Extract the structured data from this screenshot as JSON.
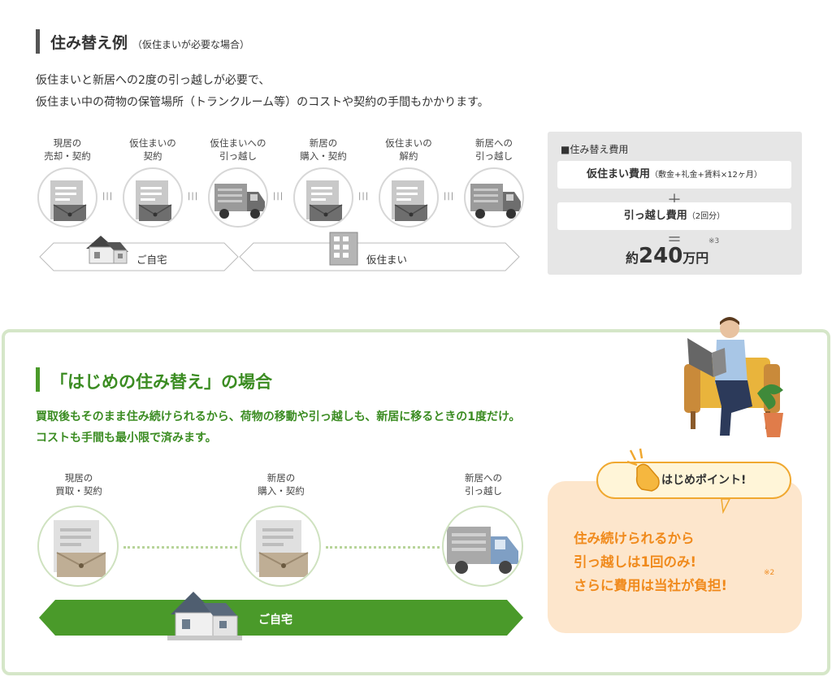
{
  "section1": {
    "title": "住み替え例",
    "subtitle": "（仮住まいが必要な場合）",
    "desc_line1": "仮住まいと新居への2度の引っ越しが必要で、",
    "desc_line2": "仮住まい中の荷物の保管場所（トランクルーム等）のコストや契約の手間もかかります。",
    "steps": [
      {
        "line1": "現居の",
        "line2": "売却・契約"
      },
      {
        "line1": "仮住まいの",
        "line2": "契約"
      },
      {
        "line1": "仮住まいへの",
        "line2": "引っ越し"
      },
      {
        "line1": "新居の",
        "line2": "購入・契約"
      },
      {
        "line1": "仮住まいの",
        "line2": "解約"
      },
      {
        "line1": "新居への",
        "line2": "引っ越し"
      }
    ],
    "band_home": "ご自宅",
    "band_temp": "仮住まい"
  },
  "cost": {
    "heading": "■住み替え費用",
    "item1_main": "仮住まい費用",
    "item1_sub": "（敷金+礼金+賃料×12ヶ月）",
    "plus": "＋",
    "item2_main": "引っ越し費用",
    "item2_sub": "（2回分）",
    "equals": "＝",
    "total_prefix": "約",
    "total_value": "240",
    "total_unit": "万円",
    "total_note": "※3"
  },
  "section2": {
    "title": "「はじめの住み替え」の場合",
    "desc_line1": "買取後もそのまま住み続けられるから、荷物の移動や引っ越しも、新居に移るときの1度だけ。",
    "desc_line2": "コストも手間も最小限で済みます。",
    "steps": [
      {
        "line1": "現居の",
        "line2": "買取・契約"
      },
      {
        "line1": "新居の",
        "line2": "購入・契約"
      },
      {
        "line1": "新居への",
        "line2": "引っ越し"
      }
    ],
    "band_home": "ご自宅"
  },
  "point": {
    "tag": "はじめポイント!",
    "line1": "住み続けられるから",
    "line2": "引っ越しは1回のみ!",
    "line3": "さらに費用は当社が負担!",
    "note": "※2"
  },
  "colors": {
    "green": "#3b8c22",
    "orange": "#f08a1c",
    "gray_bar": "#555555"
  }
}
